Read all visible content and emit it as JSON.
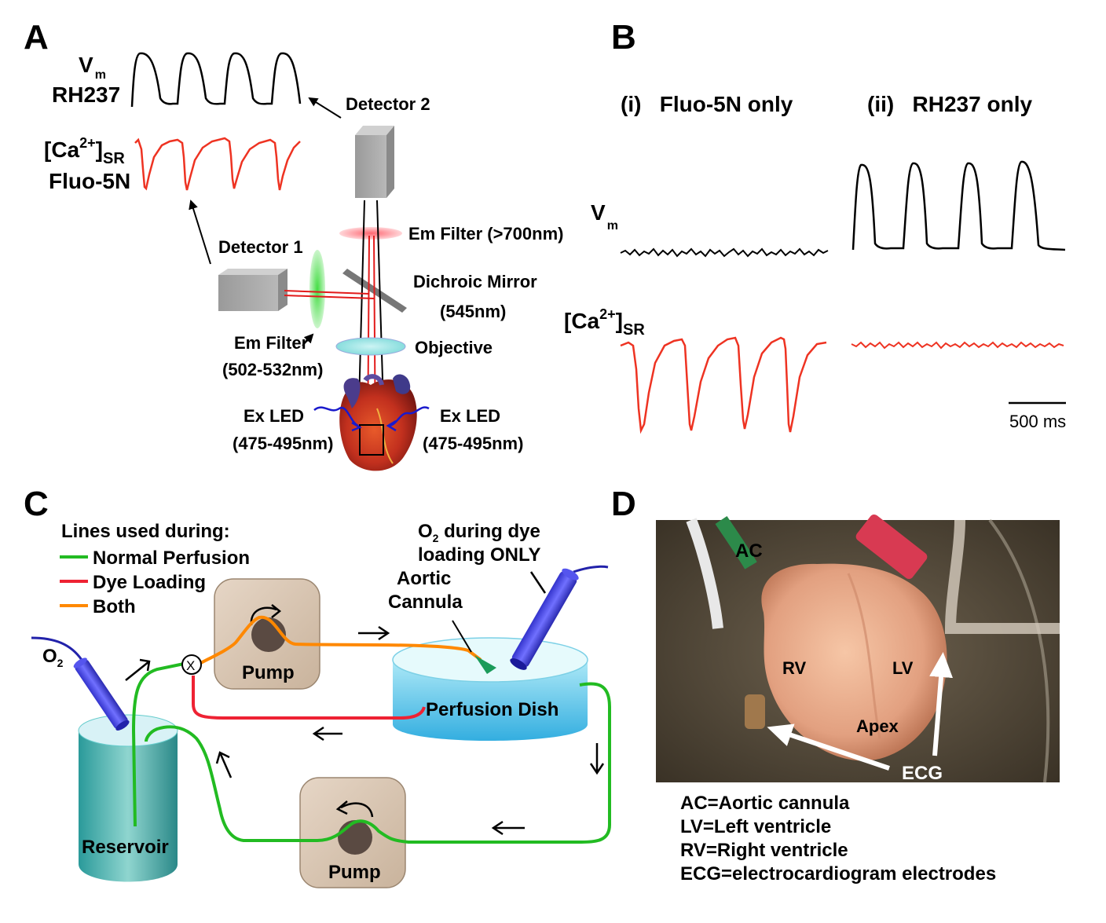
{
  "panels": {
    "a": {
      "letter": "A",
      "vm_label": "V",
      "vm_sub": "m",
      "rh237": "RH237",
      "ca_label_pre": "[Ca",
      "ca_sup": "2+",
      "ca_label_post": "]",
      "ca_sub": "SR",
      "fluo": "Fluo-5N",
      "detector2": "Detector 2",
      "detector1": "Detector 1",
      "em_filter_top": "Em Filter (>700nm)",
      "dichroic_1": "Dichroic Mirror",
      "dichroic_2": "(545nm)",
      "em_filter_left_1": "Em Filter",
      "em_filter_left_2": "(502-532nm)",
      "objective": "Objective",
      "ex_led_left_1": "Ex LED",
      "ex_led_left_2": "(475-495nm)",
      "ex_led_right_1": "Ex LED",
      "ex_led_right_2": "(475-495nm)"
    },
    "b": {
      "letter": "B",
      "col1": "(i)   Fluo-5N only",
      "col2": "(ii)   RH237 only",
      "vm_label": "V",
      "vm_sub": "m",
      "ca_label_pre": "[Ca",
      "ca_sup": "2+",
      "ca_label_post": "]",
      "ca_sub": "SR",
      "scalebar": "500 ms"
    },
    "c": {
      "letter": "C",
      "legend_title": "Lines used during:",
      "legend": [
        {
          "label": "Normal Perfusion",
          "color": "#22bb22"
        },
        {
          "label": "Dye Loading",
          "color": "#ee2233"
        },
        {
          "label": "Both",
          "color": "#ff8800"
        }
      ],
      "o2_left": "O",
      "o2_sub": "2",
      "o2_dye_1_pre": "O",
      "o2_dye_1_sub": "2",
      "o2_dye_1_post": " during dye",
      "o2_dye_2": "loading ONLY",
      "aortic_1": "Aortic",
      "aortic_2": "Cannula",
      "pump_top": "Pump",
      "pump_bottom": "Pump",
      "perfusion_dish": "Perfusion Dish",
      "reservoir": "Reservoir",
      "valve": "X"
    },
    "d": {
      "letter": "D",
      "photo_labels": {
        "ac": "AC",
        "rv": "RV",
        "lv": "LV",
        "apex": "Apex",
        "ecg": "ECG"
      },
      "key": [
        "AC=Aortic cannula",
        "LV=Left ventricle",
        "RV=Right ventricle",
        "ECG=electrocardiogram electrodes"
      ]
    }
  }
}
